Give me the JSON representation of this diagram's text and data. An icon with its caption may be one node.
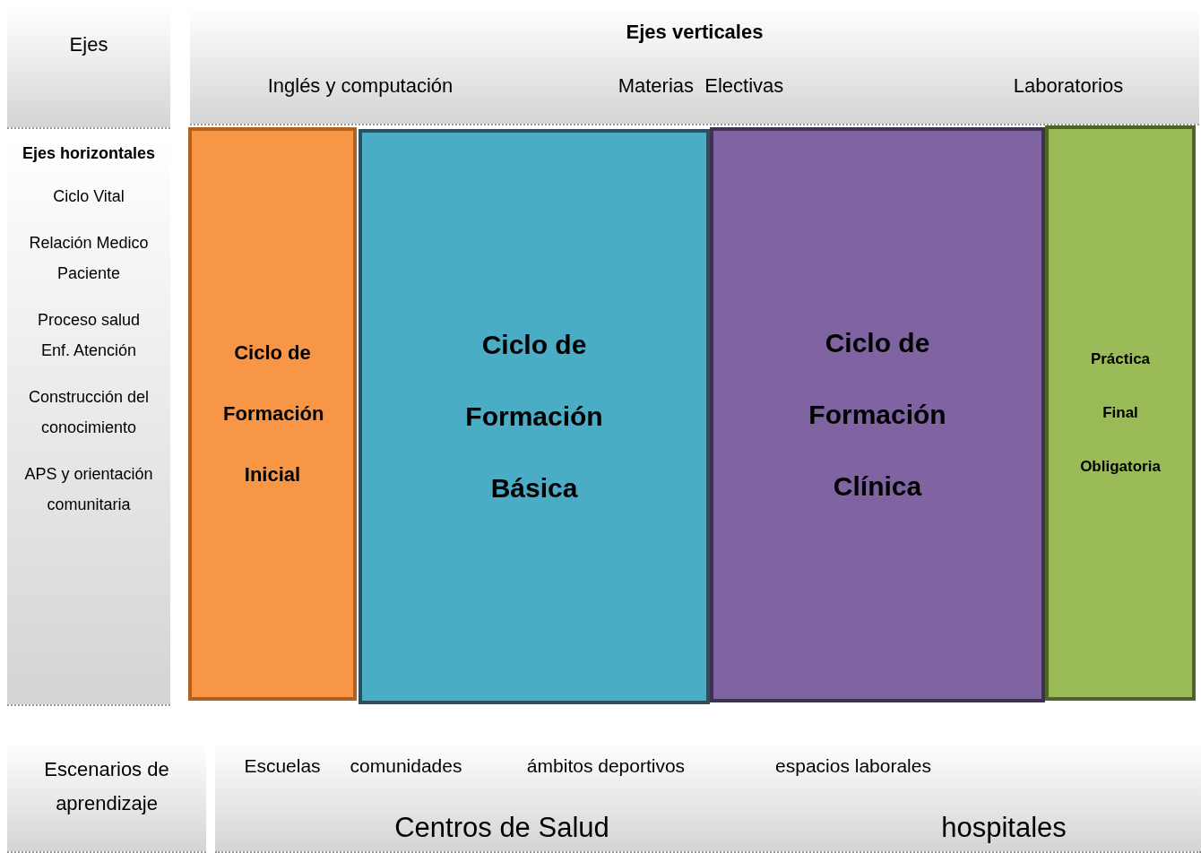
{
  "diagram": {
    "nodes": [
      {
        "text": [
          "Ejes"
        ]
      },
      {
        "text": [
          "Ejes verticales",
          "Inglés y computación",
          "Materias  Electivas",
          "Laboratorios"
        ]
      },
      {
        "text": [
          "Ejes horizontales",
          "Ciclo Vital",
          "Relación Medico Paciente",
          "Proceso salud Enf. Atención",
          "Construcción del conocimiento",
          "APS y orientación comunitaria"
        ]
      },
      {
        "text": [
          "Ciclo de Formación Inicial"
        ]
      },
      {
        "text": [
          "Ciclo de Formación Básica"
        ]
      },
      {
        "text": [
          "Ciclo de Formación Clínica"
        ]
      },
      {
        "text": [
          "Práctica Final Obligatoria"
        ]
      },
      {
        "text": [
          "Escenarios de aprendizaje"
        ]
      },
      {
        "text": [
          "Escuelas",
          "comunidades",
          "ámbitos deportivos",
          "espacios laborales",
          "Centros de Salud",
          "hospitales"
        ]
      }
    ]
  }
}
